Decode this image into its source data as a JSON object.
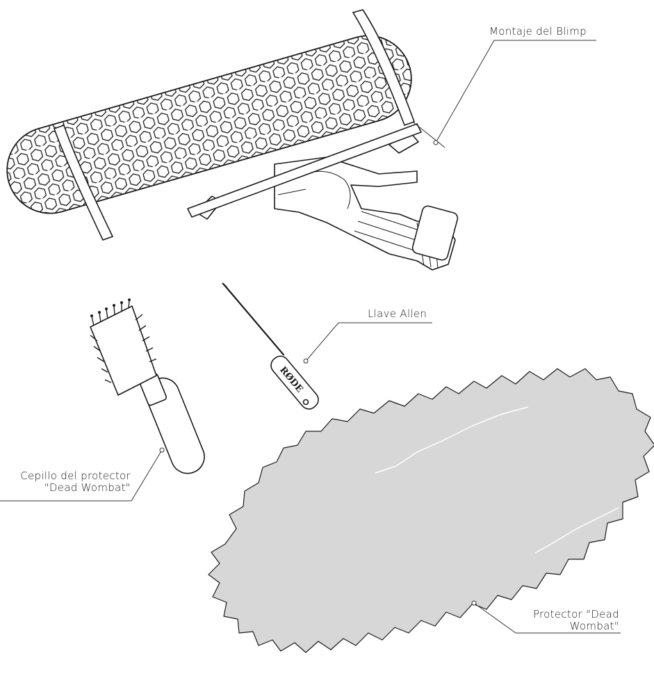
{
  "labels": {
    "blimp_mount": "Montaje del Blimp",
    "allen_key": "Llave Allen",
    "brush_line1": "Cepillo del protector",
    "brush_line2": "\"Dead Wombat\"",
    "wombat_line1": "Protector \"Dead",
    "wombat_line2": "Wombat\""
  },
  "logo_text": "RØDE",
  "colors": {
    "ink": "#1a1a1a",
    "fur": "#d7d7d7",
    "paper": "#ffffff"
  }
}
